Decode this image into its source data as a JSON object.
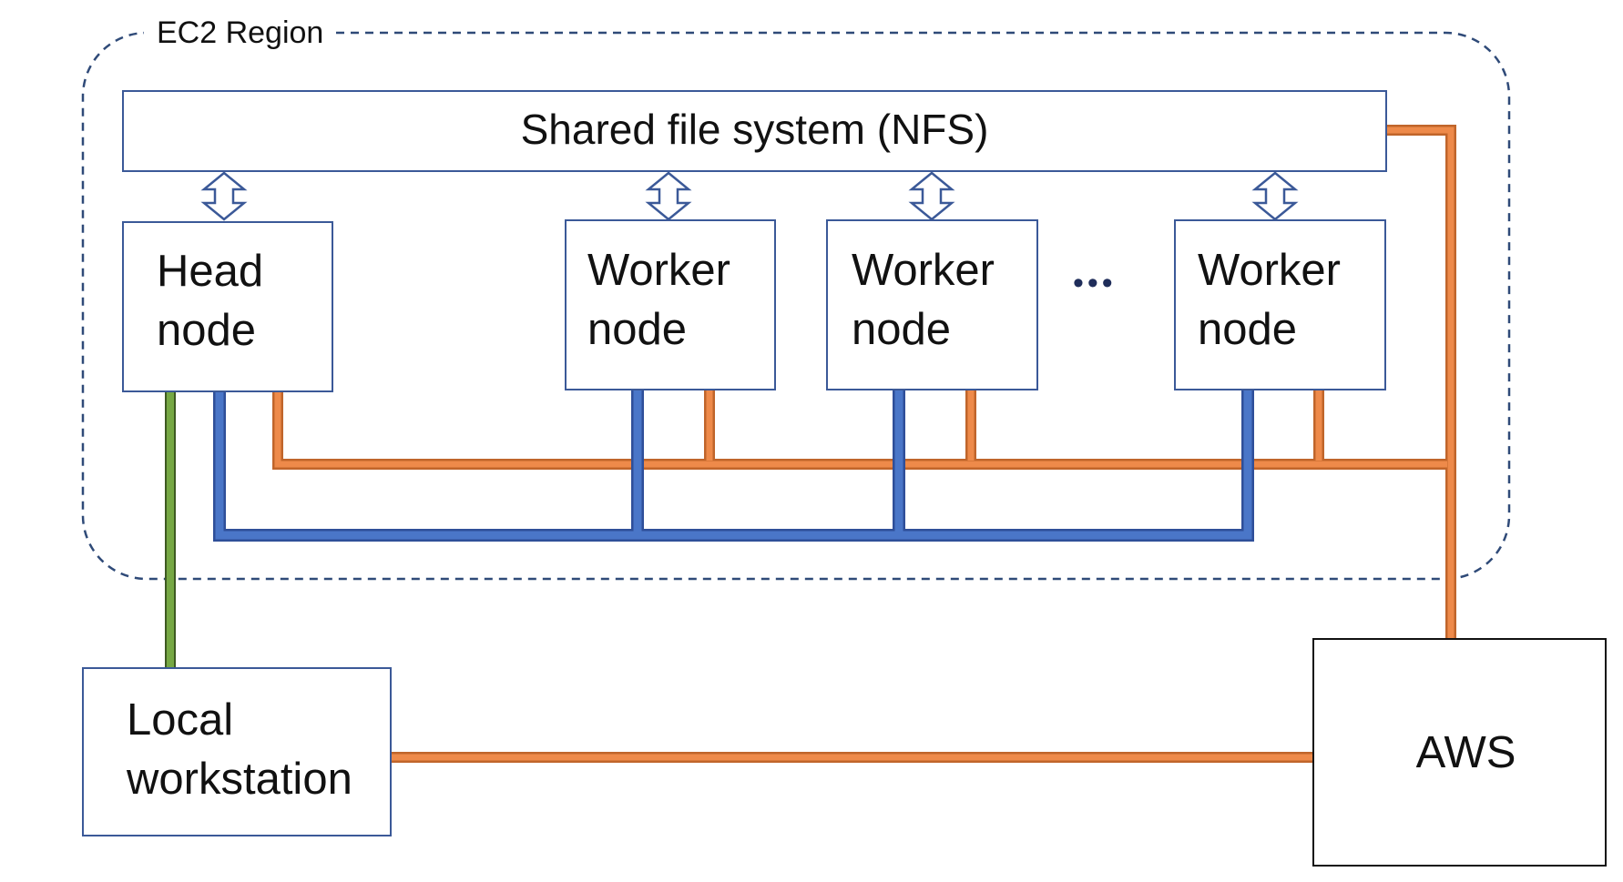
{
  "region_label": "EC2 Region",
  "nfs_label": "Shared file system (NFS)",
  "head_node": {
    "line1": "Head",
    "line2": "node"
  },
  "worker_nodes": [
    {
      "line1": "Worker",
      "line2": "node"
    },
    {
      "line1": "Worker",
      "line2": "node"
    },
    {
      "line1": "Worker",
      "line2": "node"
    }
  ],
  "ellipsis": "•••",
  "local_workstation": {
    "line1": "Local",
    "line2": "workstation"
  },
  "aws_label": "AWS",
  "colors": {
    "box_border": "#3b5998",
    "blue_link": "#4472c4",
    "orange_link": "#e07b39",
    "green_link": "#6e9a3f",
    "region_border": "#2f4a78"
  }
}
